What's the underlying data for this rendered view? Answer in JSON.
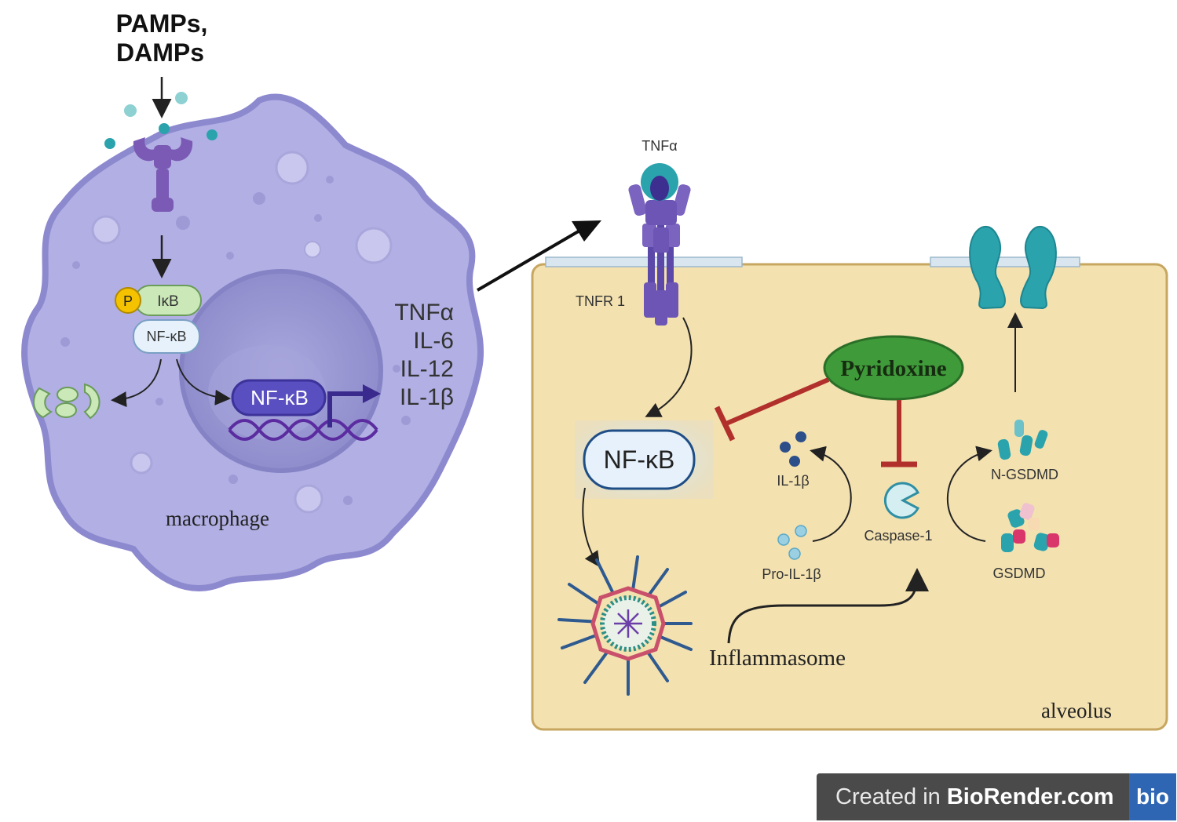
{
  "stimulus": {
    "line1": "PAMPs,",
    "line2": "DAMPs"
  },
  "macrophage": {
    "label": "macrophage",
    "phospho": "P",
    "ikb": "IκB",
    "nfkb_complex": "NF-κB",
    "nfkb_nucleus": "NF-κB",
    "cytokines": [
      "TNFα",
      "IL-6",
      "IL-12",
      "IL-1β"
    ]
  },
  "alveolus": {
    "label": "alveolus",
    "ligand": "TNFα",
    "receptor": "TNFR 1",
    "nfkb": "NF-κB",
    "drug": "Pyridoxine",
    "il1b": "IL-1β",
    "pro_il1b": "Pro-IL-1β",
    "caspase": "Caspase-1",
    "n_gsdmd": "N-GSDMD",
    "gsdmd": "GSDMD",
    "inflammasome": "Inflammasome"
  },
  "badge": {
    "prefix": "Created in ",
    "brand": "BioRender.com",
    "logo": "bio"
  },
  "colors": {
    "cell_fill": "#b1afe3",
    "cell_stroke": "#8d89cf",
    "nucleus_fill": "#9896d2",
    "alveolus_fill": "#f3e1b0",
    "alveolus_stroke": "#c7a660",
    "receptor": "#6c55b4",
    "teal": "#2aa3ad",
    "inhibit_red": "#b1302b",
    "drug_green": "#3f9a3a",
    "light_green": "#cbe8b8",
    "nfkb_box": "#e6f1fb"
  }
}
